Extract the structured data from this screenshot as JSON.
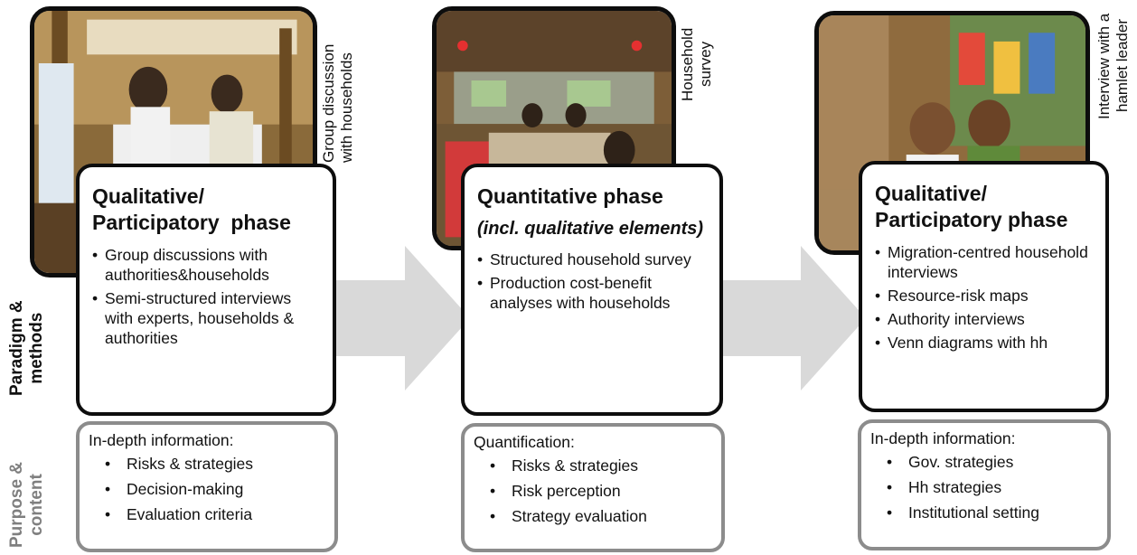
{
  "row_labels": {
    "methods": [
      "Paradigm &",
      "methods"
    ],
    "purpose": [
      "Purpose &",
      "content"
    ]
  },
  "phases": [
    {
      "caption": [
        "Group discussion",
        "with households"
      ],
      "title": [
        "Qualitative/",
        "Participatory  phase"
      ],
      "subtitle": "",
      "methods": [
        "Group discussions with authorities&households",
        "Semi-structured interviews with experts, households & authorities"
      ],
      "purpose_heading": "In-depth information:",
      "purpose_items": [
        "Risks & strategies",
        "Decision-making",
        "Evaluation criteria"
      ]
    },
    {
      "caption": [
        "Household",
        "survey"
      ],
      "title": [
        "Quantitative phase"
      ],
      "subtitle": "(incl. qualitative elements)",
      "methods": [
        "Structured household survey",
        "Production cost-benefit analyses with households"
      ],
      "purpose_heading": "Quantification:",
      "purpose_items": [
        "Risks & strategies",
        "Risk perception",
        "Strategy evaluation"
      ]
    },
    {
      "caption": [
        "Interview with a",
        "hamlet leader"
      ],
      "title": [
        "Qualitative/",
        "Participatory phase"
      ],
      "subtitle": "",
      "methods": [
        "Migration-centred household interviews",
        "Resource-risk maps",
        "Authority interviews",
        "Venn diagrams with hh"
      ],
      "purpose_heading": "In-depth information:",
      "purpose_items": [
        "Gov. strategies",
        "Hh strategies",
        "Institutional setting"
      ]
    }
  ],
  "colors": {
    "box_border": "#0d0d0d",
    "purpose_border": "#8c8c8c",
    "arrow": "#d9d9d9",
    "purpose_label": "#7f7f7f"
  }
}
